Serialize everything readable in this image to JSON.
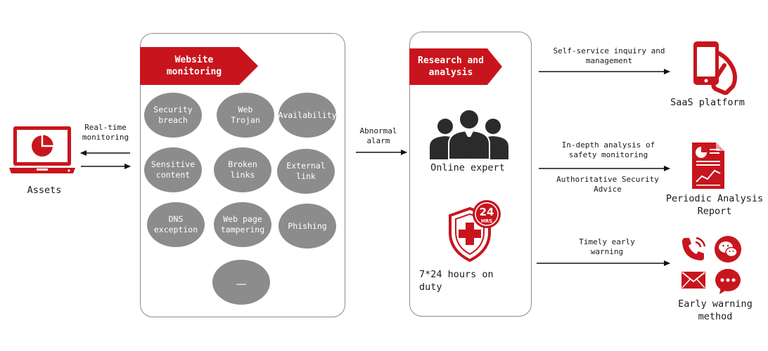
{
  "assets": {
    "label": "Assets",
    "link_label": "Real-time\nmonitoring"
  },
  "website_monitoring": {
    "title": "Website\nmonitoring",
    "items": [
      "Security\nbreach",
      "Web\nTrojan",
      "Availability",
      "Sensitive\ncontent",
      "Broken\nlinks",
      "External\nlink",
      "DNS\nexception",
      "Web page\ntampering",
      "Phishing",
      "……"
    ]
  },
  "alarm_label": "Abnormal\nalarm",
  "research": {
    "title": "Research and\nanalysis",
    "expert_label": "Online expert",
    "duty_label": "7*24 hours on\nduty",
    "badge_text": "24",
    "badge_sub": "HRS"
  },
  "outputs": {
    "saas": {
      "arrow_label": "Self-service inquiry and\nmanagement",
      "label": "SaaS platform"
    },
    "report": {
      "arrow_label_top": "In-depth analysis of\nsafety monitoring",
      "arrow_label_bottom": "Authoritative Security\nAdvice",
      "label": "Periodic Analysis\nReport"
    },
    "warning": {
      "arrow_label": "Timely early\nwarning",
      "label": "Early warning\nmethod"
    }
  },
  "colors": {
    "accent": "#c8151d",
    "bubble": "#8c8c8c",
    "border": "#8c8c8c",
    "line": "#111111"
  },
  "icons": [
    "laptop-pie-chart-icon",
    "people-icon",
    "shield-cross-24hrs-icon",
    "smartphone-hand-icon",
    "report-document-icon",
    "phone-ringing-icon",
    "wechat-icon",
    "mail-icon",
    "chat-bubble-icon"
  ]
}
